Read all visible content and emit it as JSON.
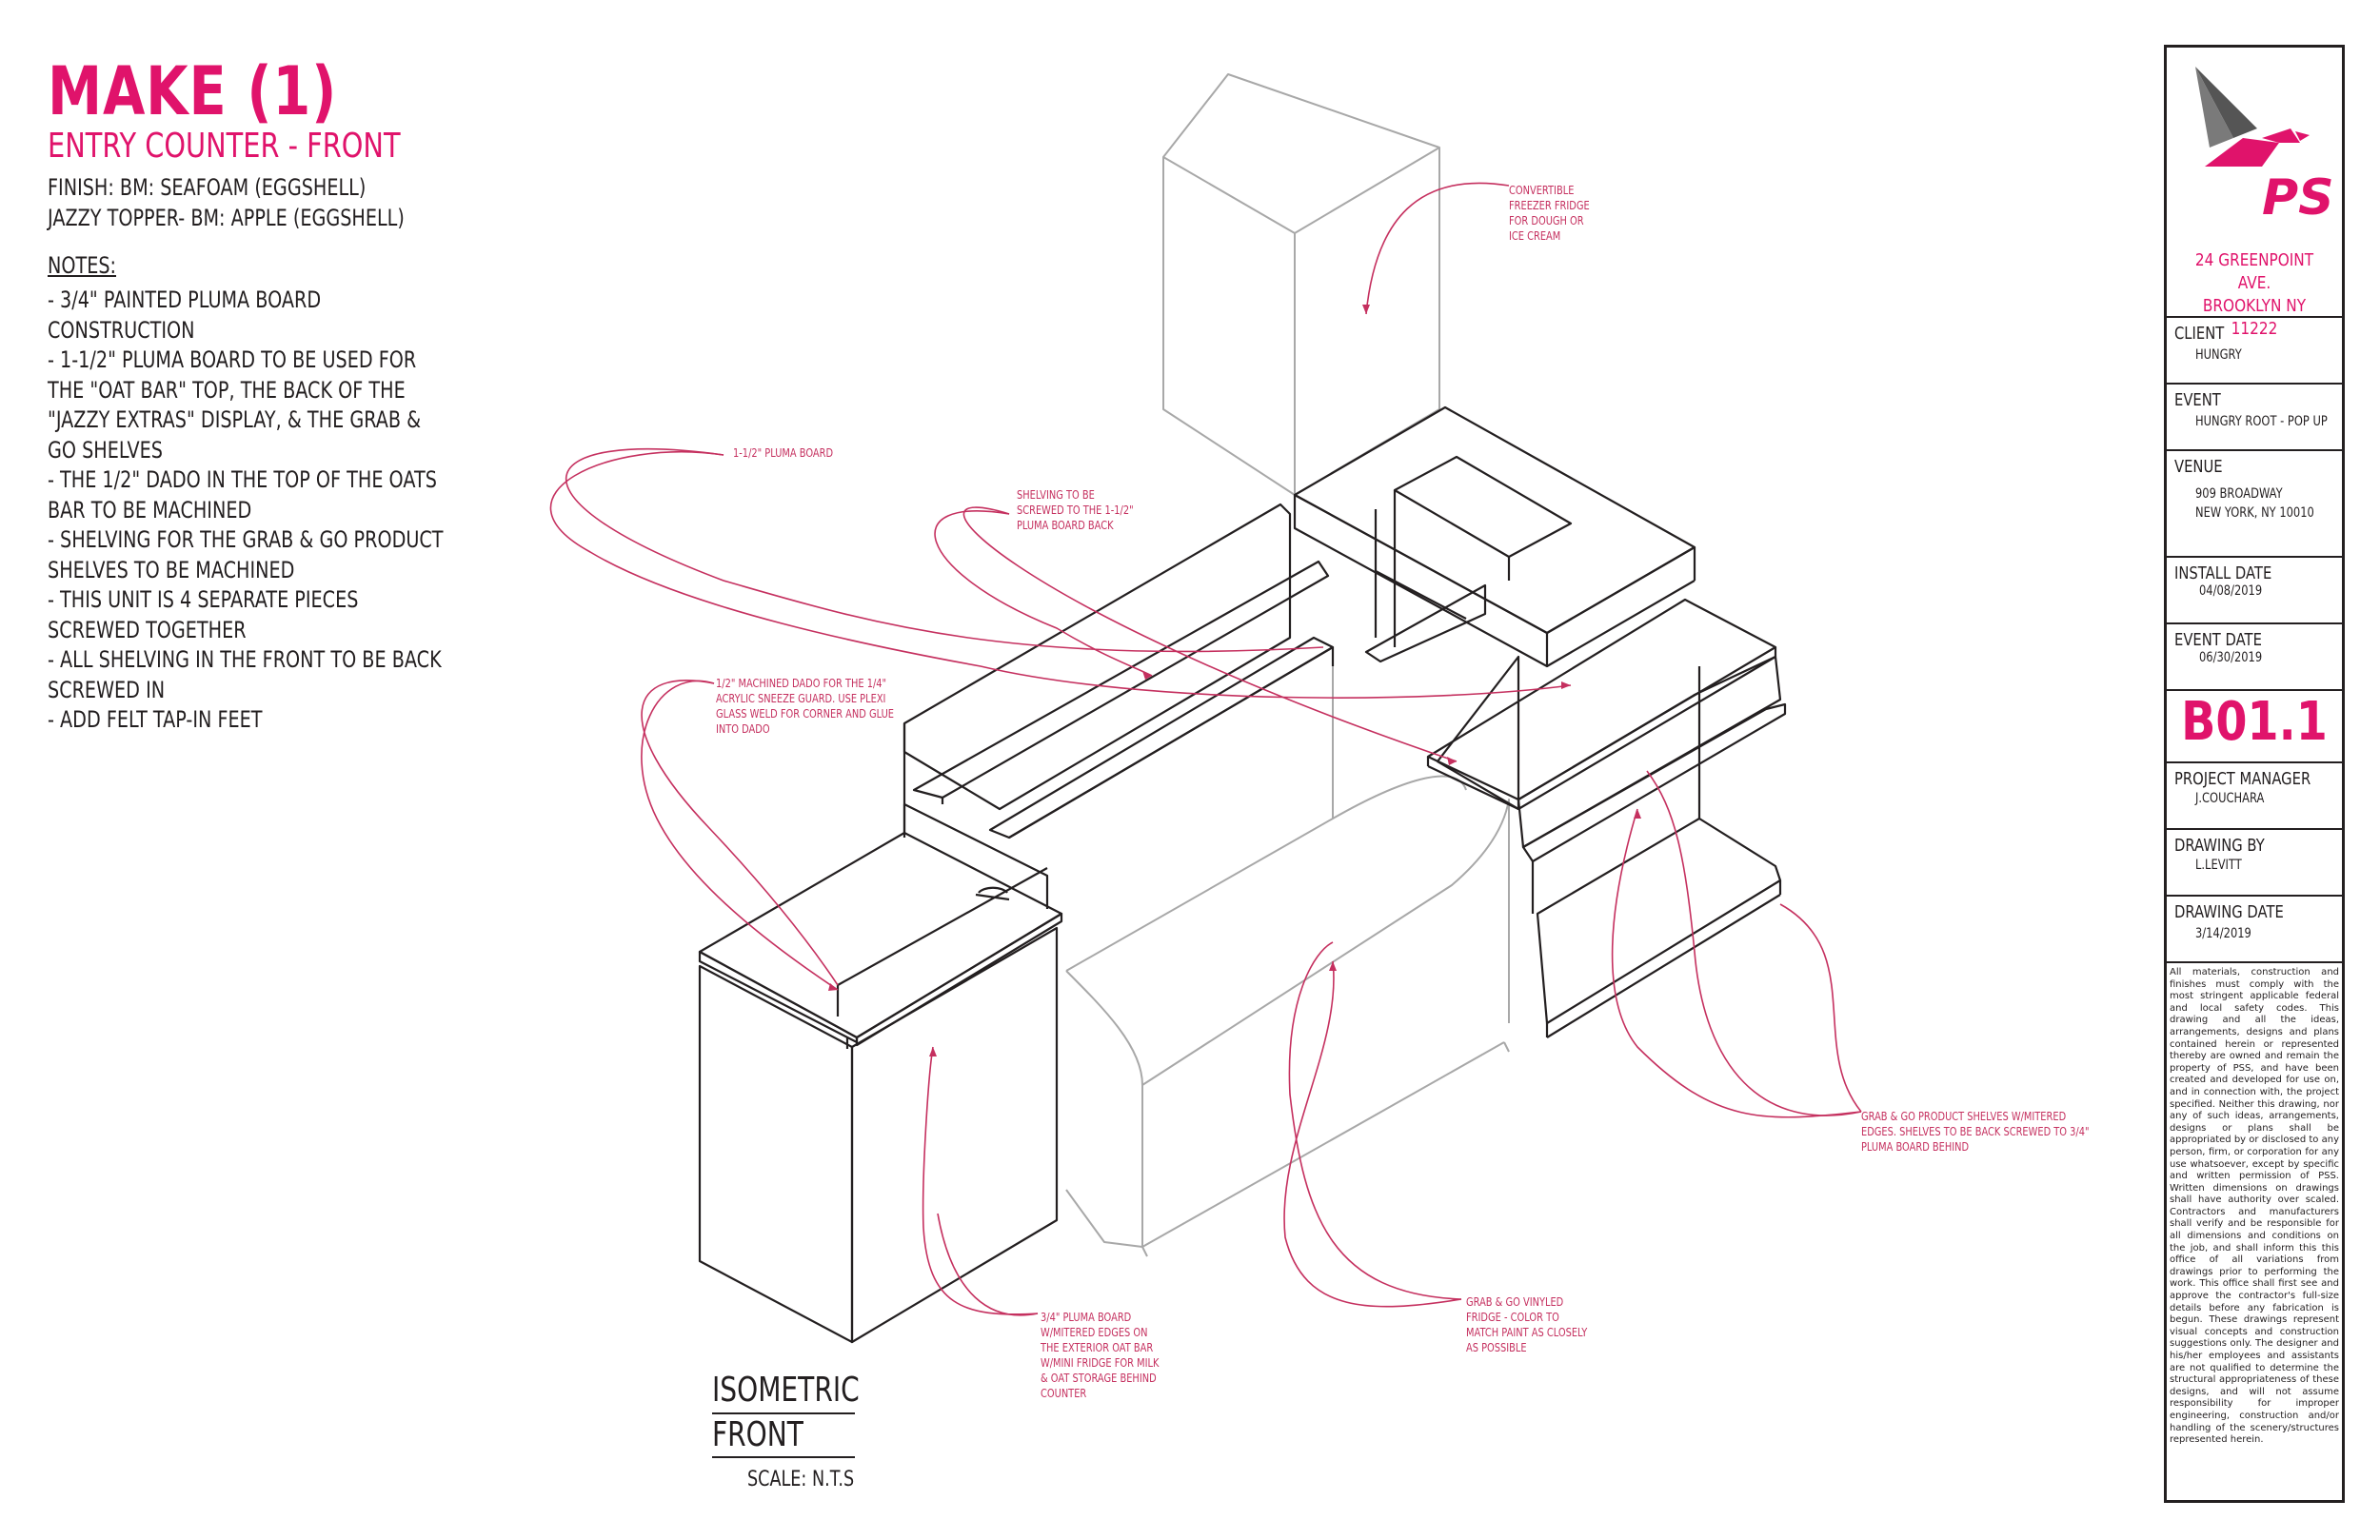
{
  "header": {
    "title": "MAKE (1)",
    "subtitle": "ENTRY COUNTER - FRONT",
    "finish_1": "FINISH: BM: SEAFOAM (EGGSHELL)",
    "finish_2": "JAZZY TOPPER- BM: APPLE (EGGSHELL)"
  },
  "notes": {
    "title": "NOTES:",
    "items": [
      "- 3/4\" PAINTED PLUMA BOARD CONSTRUCTION",
      "- 1-1/2\" PLUMA BOARD TO BE USED FOR THE \"OAT BAR\" TOP, THE BACK OF THE \"JAZZY EXTRAS\" DISPLAY, & THE GRAB & GO SHELVES",
      "- THE 1/2\" DADO IN THE TOP OF THE OATS BAR TO BE MACHINED",
      "- SHELVING FOR THE GRAB & GO PRODUCT SHELVES TO BE MACHINED",
      "- THIS UNIT IS 4 SEPARATE PIECES SCREWED TOGETHER",
      "- ALL SHELVING IN THE FRONT TO BE BACK SCREWED IN",
      "- ADD FELT TAP-IN FEET"
    ]
  },
  "callouts": {
    "fridge": "CONVERTIBLE\nFREEZER FRIDGE\nFOR DOUGH OR\nICE CREAM",
    "pluma": "1-1/2\" PLUMA BOARD",
    "shelving": "SHELVING TO BE\nSCREWED TO THE 1-1/2\"\nPLUMA BOARD BACK",
    "dado": "1/2\" MACHINED DADO FOR THE 1/4\"\nACRYLIC SNEEZE GUARD. USE PLEXI\nGLASS WELD FOR CORNER AND GLUE\nINTO DADO",
    "grab_shelves": "GRAB & GO PRODUCT SHELVES W/MITERED\nEDGES. SHELVES TO BE BACK SCREWED TO 3/4\"\nPLUMA BOARD BEHIND",
    "grab_fridge": "GRAB & GO VINYLED\nFRIDGE - COLOR TO\nMATCH PAINT AS CLOSELY\nAS POSSIBLE",
    "oat_bar": "3/4\" PLUMA BOARD\nW/MITERED EDGES ON\nTHE EXTERIOR OAT BAR\nW/MINI FRIDGE FOR MILK\n& OAT STORAGE BEHIND\nCOUNTER"
  },
  "view": {
    "label_1": "ISOMETRIC",
    "label_2": "FRONT",
    "scale": "SCALE:  N.T.S"
  },
  "title_block": {
    "logo_text": "PS",
    "address_1": "24 GREENPOINT AVE.",
    "address_2": "BROOKLYN NY 11222",
    "client_label": "CLIENT",
    "client": "HUNGRY",
    "event_label": "EVENT",
    "event": "HUNGRY ROOT - POP UP",
    "venue_label": "VENUE",
    "venue_1": "909 BROADWAY",
    "venue_2": "NEW YORK, NY 10010",
    "install_label": "INSTALL DATE",
    "install": "04/08/2019",
    "event_date_label": "EVENT DATE",
    "event_date": "06/30/2019",
    "drawing_code": "B01.1",
    "pm_label": "PROJECT MANAGER",
    "pm": "J.COUCHARA",
    "drawn_label": "DRAWING BY",
    "drawn": "L.LEVITT",
    "date_label": "DRAWING DATE",
    "date": "3/14/2019",
    "disclaimer": "All materials, construction and finishes must comply with the most stringent applicable federal and local safety codes. This drawing and all the ideas, arrangements, designs and plans contained herein or represented thereby are owned and remain the property of PSS, and have been created and developed for use on, and in connection with, the project specified. Neither this drawing, nor any of such ideas, arrangements, designs or plans shall be appropriated by or disclosed to any person, firm, or corporation for any use whatsoever, except by specific and written permission of PSS. Written dimensions on drawings shall have authority over scaled. Contractors and manufacturers shall verify and be responsible for all dimensions and conditions on the job, and shall inform this this office of all variations from drawings prior to performing the work. This office shall first see and approve the contractor's full-size details before any fabrication is begun. These drawings represent visual concepts and construction suggestions only. The designer and his/her employees and assistants are not qualified to determine the structural appropriateness of these designs, and will not assume responsibility for improper engineering, construction and/or handling of the scenery/structures represented herein."
  },
  "colors": {
    "accent": "#e0136b",
    "callout": "#c5305f",
    "ink": "#231f20",
    "light_ink": "#9d9d9d"
  }
}
